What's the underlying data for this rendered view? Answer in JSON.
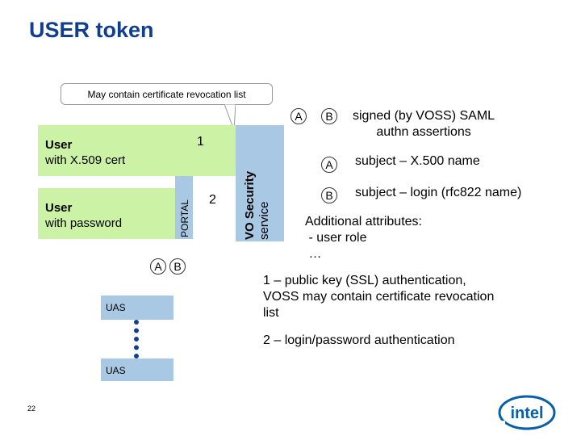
{
  "slide": {
    "title": "USER token",
    "page_number": "22"
  },
  "diagram": {
    "note": "May contain certificate revocation list",
    "user_cert": {
      "line1": "User",
      "line2": "with X.509 cert"
    },
    "user_password": {
      "line1": "User",
      "line2": "with password"
    },
    "portal_label": "PORTAL",
    "voss_label_bold": "VO Security",
    "voss_label_normal": "service",
    "arrow1_label": "1",
    "arrow2_label": "2",
    "uas1": "UAS",
    "uas2": "UAS",
    "circle_a": "A",
    "circle_b": "B"
  },
  "legend": {
    "signed_text": "signed (by VOSS) SAML\nauthn assertions",
    "a_text": "subject – X.500 name",
    "b_text": "subject – login (rfc822 name)",
    "additional_1": "Additional attributes:",
    "additional_2": " - user role",
    "additional_3": " …",
    "note1": "1 – public key (SSL) authentication,\nVOSS may contain certificate revocation\nlist",
    "note2": "2 – login/password authentication"
  },
  "brand": {
    "logo_text": "intel",
    "logo_color": "#0860a8"
  },
  "colors": {
    "title": "#123e8f",
    "green_box": "#ccf2a6",
    "blue_box": "#a9c8e3"
  }
}
